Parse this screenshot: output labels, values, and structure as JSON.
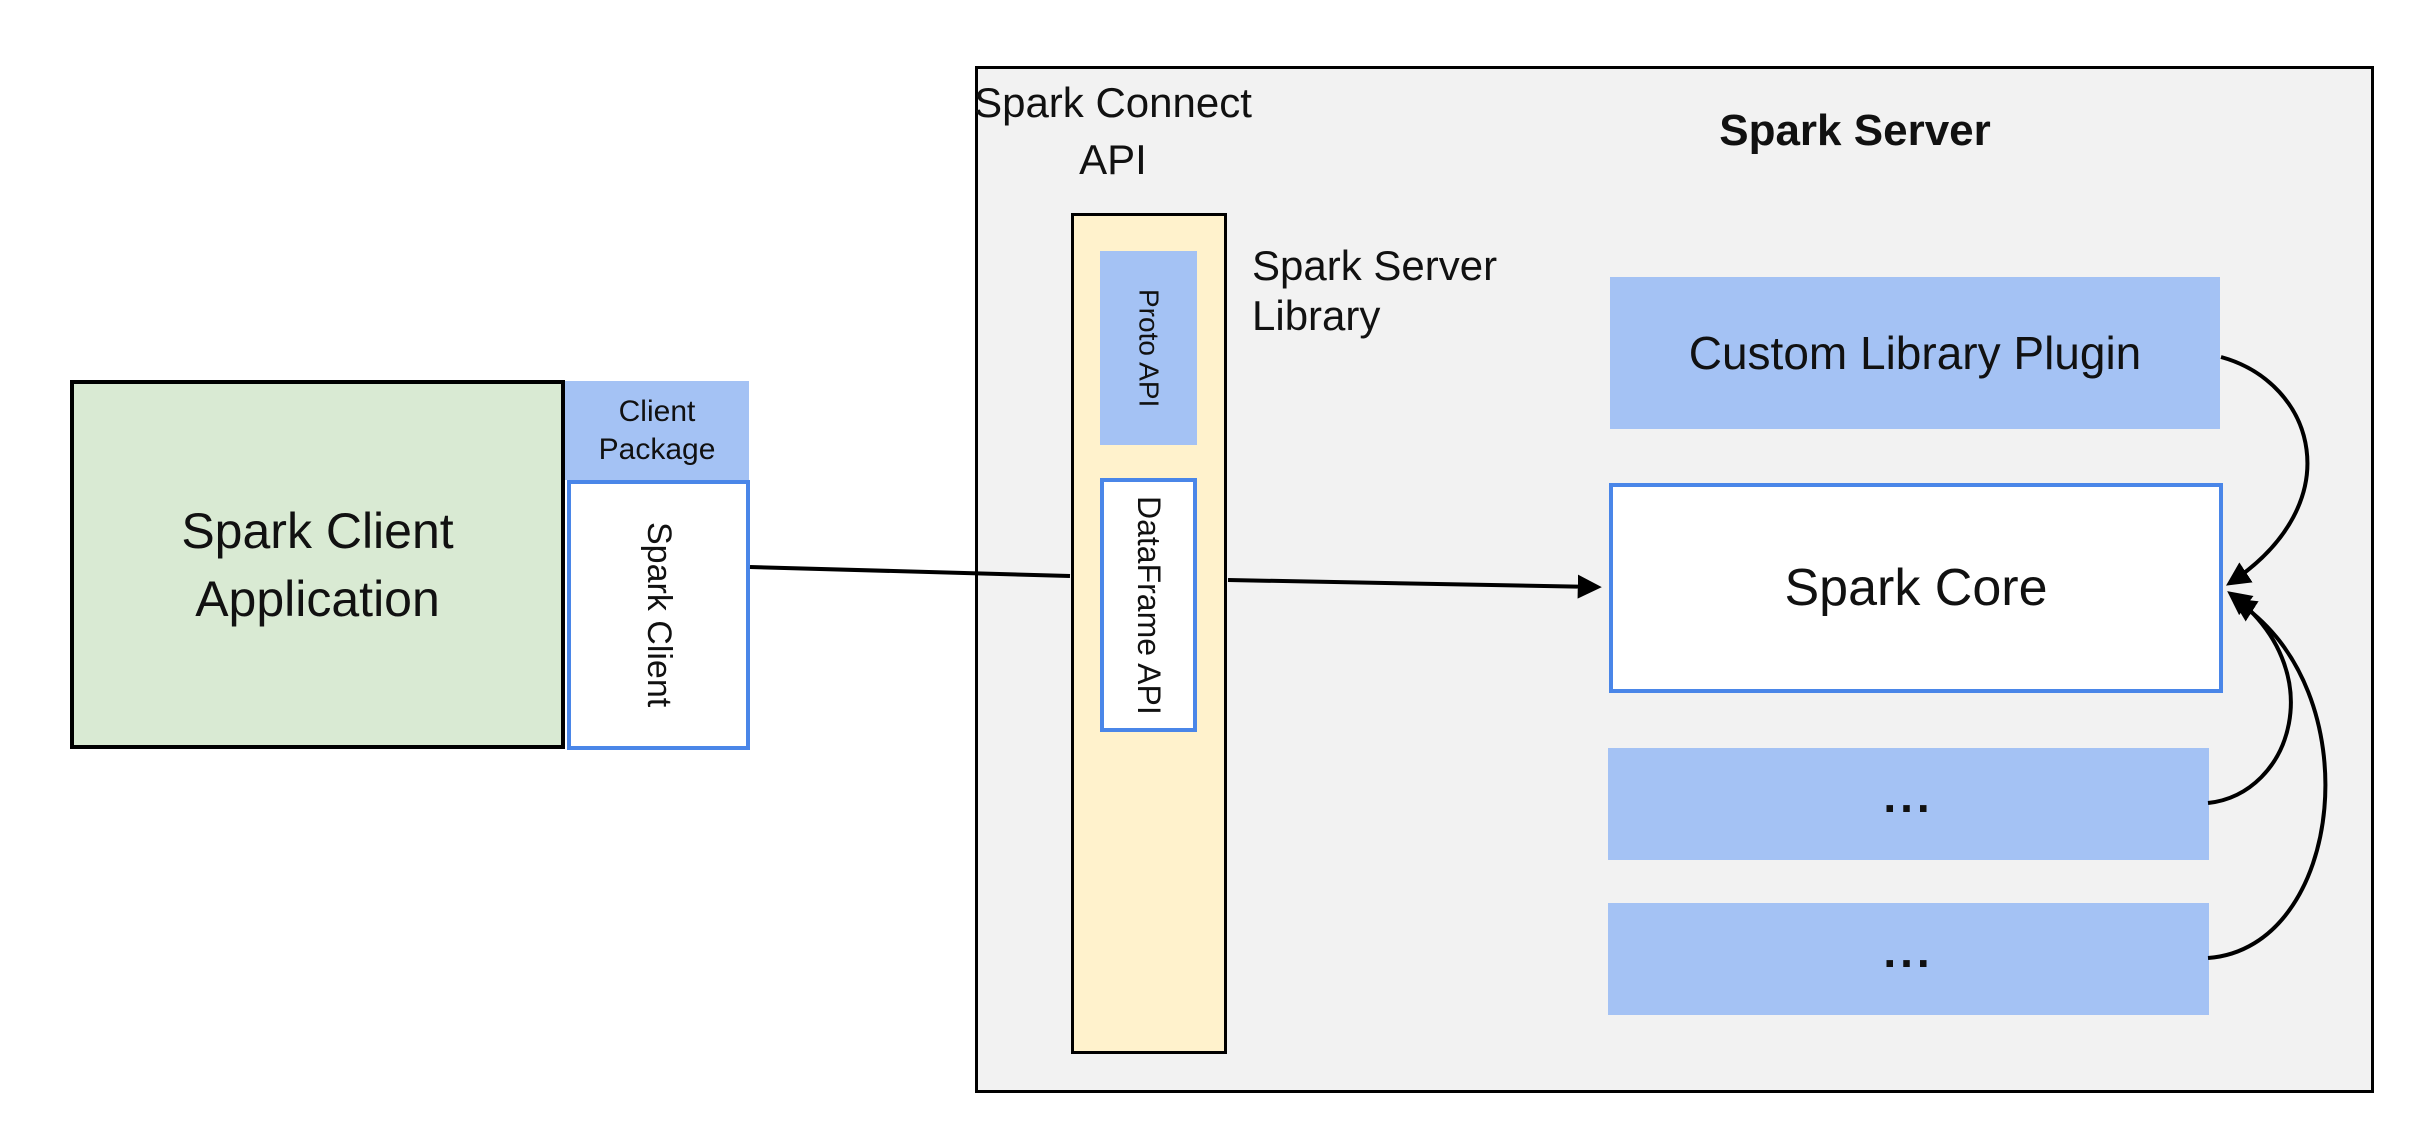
{
  "client": {
    "app": {
      "line1": "Spark Client",
      "line2": "Application"
    },
    "package": {
      "line1": "Client",
      "line2": "Package"
    },
    "spark_client": "Spark Client"
  },
  "connect": {
    "heading": {
      "line1": "Spark Connect",
      "line2": "API"
    },
    "proto_api": "Proto API",
    "dataframe_api": "DataFrame API",
    "library_label": {
      "line1": "Spark Server",
      "line2": "Library"
    }
  },
  "server": {
    "heading": "Spark Server",
    "plugin": "Custom Library Plugin",
    "core": "Spark Core",
    "module1": "...",
    "module2": "..."
  },
  "colors": {
    "client_app_fill": "#d9ead3",
    "blue_fill": "#a4c2f4",
    "library_strip_fill": "#fff2cc",
    "blue_border": "#4a86e8",
    "server_container_fill": "#f2f2f2",
    "line_color": "#000000",
    "text_color": "#111111",
    "background": "#ffffff"
  },
  "connectors": [
    {
      "from": "spark-client-box",
      "to": "spark-server-library-box"
    },
    {
      "from": "spark-server-library-box",
      "to": "spark-core-box"
    },
    {
      "from": "custom-library-plugin-box",
      "to": "spark-core-box"
    },
    {
      "from": "module-box-1",
      "to": "spark-core-box"
    },
    {
      "from": "module-box-2",
      "to": "spark-core-box"
    }
  ]
}
